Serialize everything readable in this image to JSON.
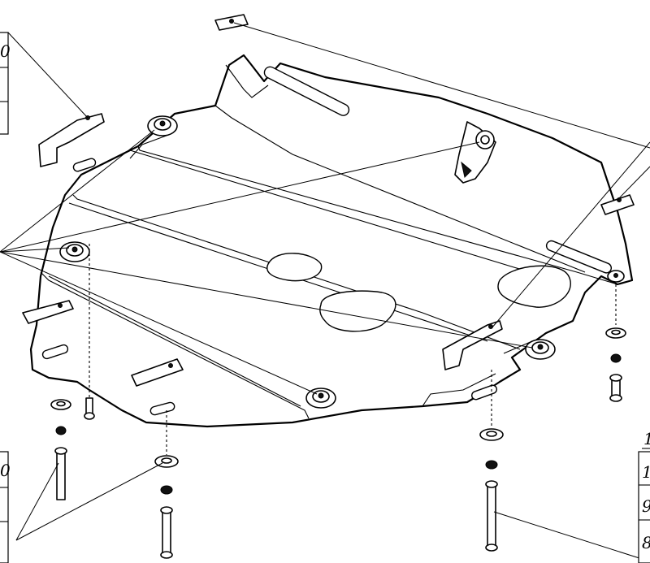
{
  "labels": {
    "left_top": [
      "0",
      "",
      ""
    ],
    "left_bottom": [
      "0",
      "",
      ""
    ],
    "right_bottom": [
      "1",
      "1",
      "9",
      "8"
    ]
  }
}
